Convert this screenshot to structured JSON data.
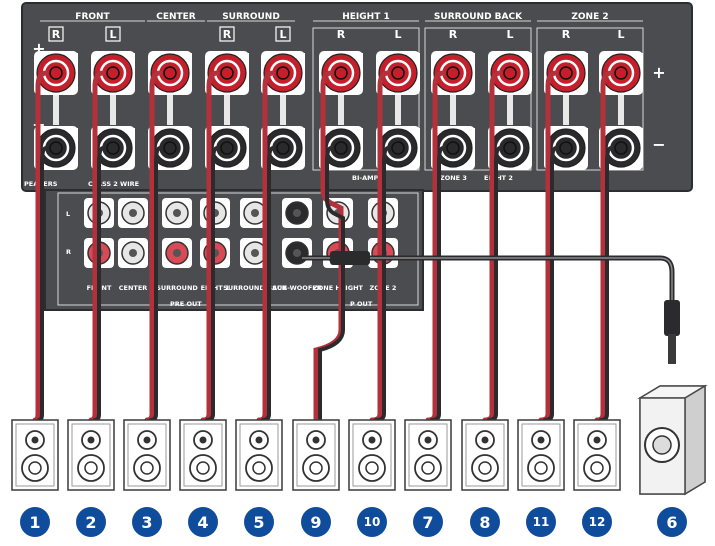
{
  "panel": {
    "group_labels": [
      "FRONT",
      "CENTER",
      "SURROUND",
      "HEIGHT 1",
      "SURROUND BACK",
      "ZONE 2"
    ],
    "channel_labels": [
      "R",
      "L",
      "",
      "R",
      "L",
      "R",
      "L",
      "R",
      "L",
      "R",
      "L"
    ],
    "plus_sign": "+",
    "minus_sign": "−",
    "speakers_label": "PEAKERS",
    "class_label": "CLASS 2 WIRE",
    "biamp_label": "BI-AMP",
    "zone3_label": "ZONE 3",
    "height2_label": "EIGHT 2",
    "preout_side_l": "L",
    "preout_side_r": "R",
    "preout_labels": [
      "FRONT",
      "CENTER",
      "SURROUND",
      "EIGHT 1",
      "SURROUND BACK",
      "SUB-WOOFER",
      "ZONE HEIGHT",
      "ZONE 2"
    ],
    "pre_out_label": "PRE OUT",
    "pre_out_label_2": "P  OUT"
  },
  "speakers": [
    {
      "number": "1",
      "terminal_index": 0
    },
    {
      "number": "2",
      "terminal_index": 1
    },
    {
      "number": "3",
      "terminal_index": 2
    },
    {
      "number": "4",
      "terminal_index": 3
    },
    {
      "number": "5",
      "terminal_index": 4
    },
    {
      "number": "9",
      "terminal_index": 5
    },
    {
      "number": "10",
      "terminal_index": 6
    },
    {
      "number": "7",
      "terminal_index": 7
    },
    {
      "number": "8",
      "terminal_index": 8
    },
    {
      "number": "11",
      "terminal_index": 9
    },
    {
      "number": "12",
      "terminal_index": 10
    }
  ],
  "subwoofer": {
    "number": "6"
  },
  "colors": {
    "panel": "#4b4c50",
    "panel_dark": "#3a3b3f",
    "cable_red": "#b4303a",
    "cable_dark": "#2b2b2e",
    "badge": "#0f4c9c",
    "terminal_red": "#c61f2c",
    "terminal_black": "#2a2a2c"
  }
}
